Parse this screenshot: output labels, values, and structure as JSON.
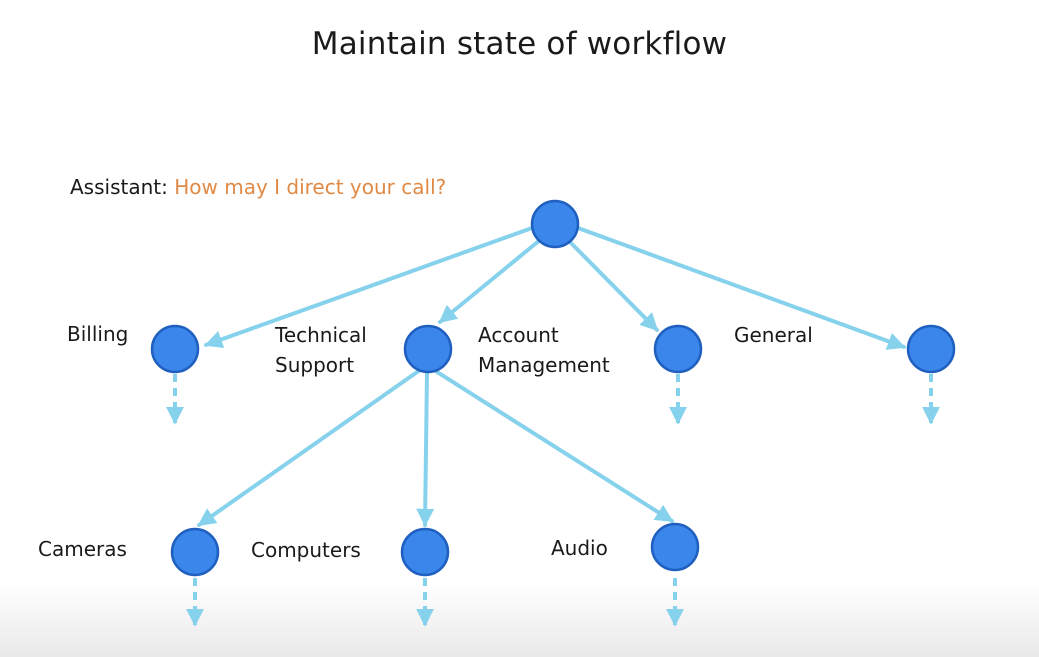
{
  "title": "Maintain state of workflow",
  "prompt": {
    "speaker": "Assistant:",
    "question": "How may I direct your call?"
  },
  "nodes": {
    "billing": "Billing",
    "technical_support": [
      "Technical",
      "Support"
    ],
    "account_management": [
      "Account",
      "Management"
    ],
    "general": "General",
    "cameras": "Cameras",
    "computers": "Computers",
    "audio": "Audio"
  },
  "colors": {
    "node_fill": "#3b86ea",
    "node_stroke": "#1f5fbf",
    "edge": "#86d2ec",
    "question": "#e08a45"
  }
}
